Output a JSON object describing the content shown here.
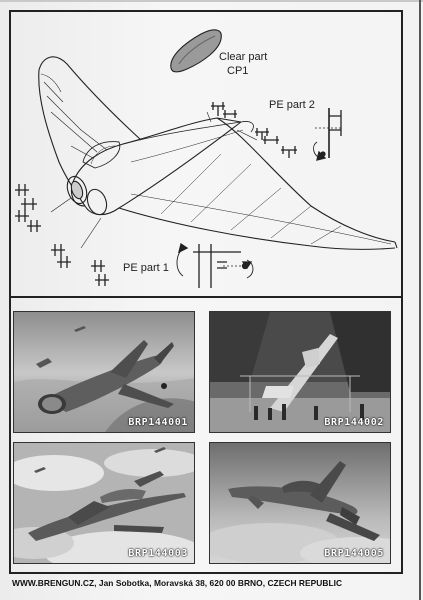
{
  "diagram": {
    "labels": {
      "clear_part": "Clear part",
      "cp1": "CP1",
      "pe_part_2": "PE part 2",
      "pe_part_1": "PE part 1"
    }
  },
  "products": [
    {
      "code": "BRP144001"
    },
    {
      "code": "BRP144002"
    },
    {
      "code": "BRP144003"
    },
    {
      "code": "BRP144005"
    }
  ],
  "footer": {
    "text": "WWW.BRENGUN.CZ, Jan Sobotka, Moravská 38, 620 00 BRNO, CZECH REPUBLIC"
  },
  "colors": {
    "ink": "#222222",
    "paper": "#f1f1f1"
  }
}
